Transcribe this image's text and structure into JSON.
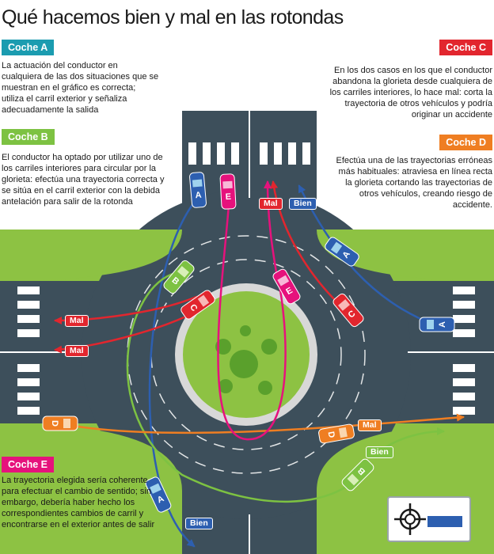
{
  "title": "Qué hacemos bien y mal en las rotondas",
  "colors": {
    "grass": "#8dc243",
    "road": "#3d4f5b",
    "coche_a": "#1b9cb0",
    "coche_b": "#7dc242",
    "coche_c": "#e2262e",
    "coche_d": "#ef7e22",
    "coche_e": "#e6127c",
    "car_blue": "#2d5fb0"
  },
  "cards": {
    "a": {
      "badge": "Coche A",
      "text": "La actuación del conductor en cualquiera de las dos situaciones que se muestran en el gráfico es correcta; utiliza el carril exterior y señaliza adecuadamente la salida"
    },
    "b": {
      "badge": "Coche B",
      "text": "El conductor ha optado por utilizar uno de los carriles interiores para circular por la glorieta: efectúa una trayectoria correcta y se sitúa en el carril exterior con la debida antelación para salir de la rotonda"
    },
    "c": {
      "badge": "Coche C",
      "text": "En los dos casos en los que el conductor abandona la glorieta desde cualquiera de los carriles interiores, lo hace mal: corta la trayectoria de otros vehículos y podría originar un accidente"
    },
    "d": {
      "badge": "Coche D",
      "text": "Efectúa una de las trayectorias erróneas más habituales: atraviesa en línea recta la glorieta cortando las trayectorias de otros vehículos, creando riesgo de accidente."
    },
    "e": {
      "badge": "Coche E",
      "text": "La trayectoria elegida sería coherente para efectuar el cambio de sentido; sin embargo, debería haber hecho los correspondientes cambios de carril y encontrarse en el exterior antes de salir"
    }
  },
  "tags": {
    "mal": "Mal",
    "bien": "Bien"
  },
  "car_letters": {
    "a": "A",
    "b": "B",
    "c": "C",
    "d": "D",
    "e": "E"
  },
  "icons": [
    "roundabout-sign-icon"
  ]
}
